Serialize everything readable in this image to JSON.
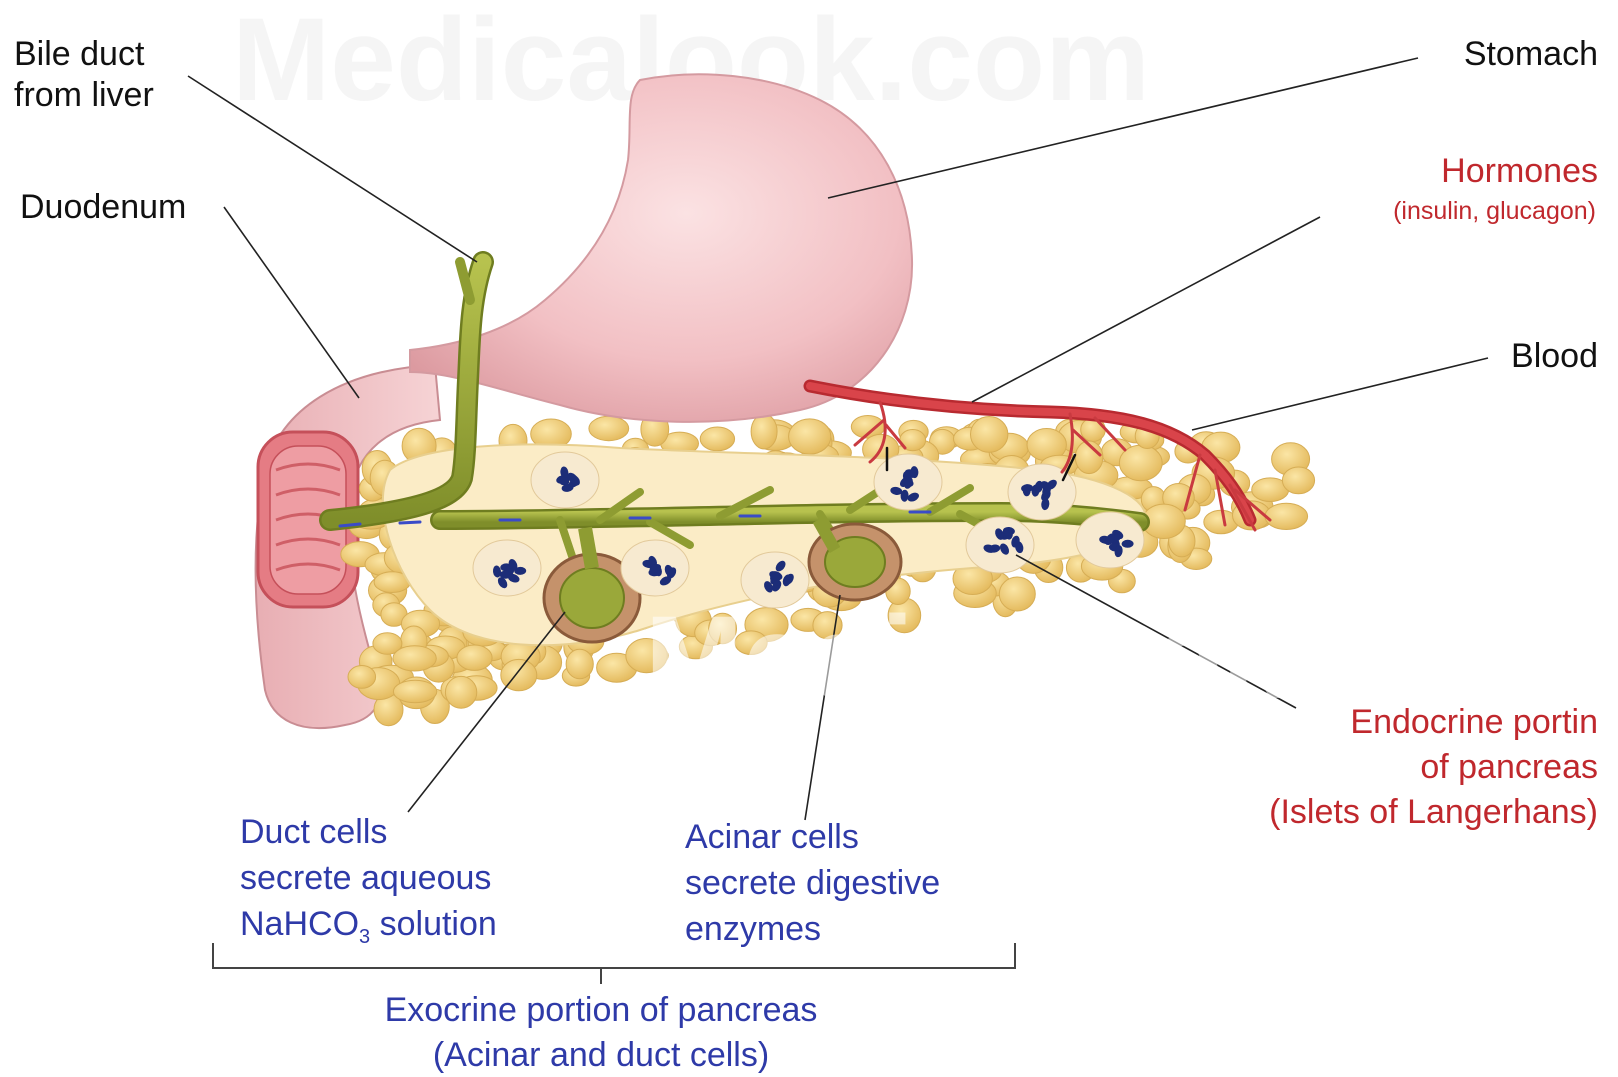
{
  "labels": {
    "bile_duct": [
      "Bile duct",
      "from liver"
    ],
    "stomach": "Stomach",
    "duodenum": "Duodenum",
    "hormones": "Hormones",
    "hormones_detail": "(insulin, glucagon)",
    "blood": "Blood",
    "endocrine": [
      "Endocrine portin",
      "of pancreas",
      "(Islets of Langerhans)"
    ],
    "duct_cells": [
      "Duct cells",
      "secrete aqueous"
    ],
    "duct_cells_formula": {
      "before": "NaHCO",
      "subscript": "3",
      "after": " solution"
    },
    "acinar_cells": [
      "Acinar cells",
      "secrete digestive",
      "enzymes"
    ],
    "exocrine": [
      "Exocrine portion of pancreas",
      "(Acinar and duct cells)"
    ]
  },
  "watermark": "Medicalook.com",
  "colors": {
    "label_black": "#111111",
    "label_red": "#c0282d",
    "label_blue": "#2e3aa8",
    "stomach": "#f2c3c6",
    "pancreas": "#f2d27c",
    "duct": "#9aa83a",
    "blood_vessel": "#d33a3e",
    "islet": "#1c2d78",
    "leader_line": "#222222"
  }
}
